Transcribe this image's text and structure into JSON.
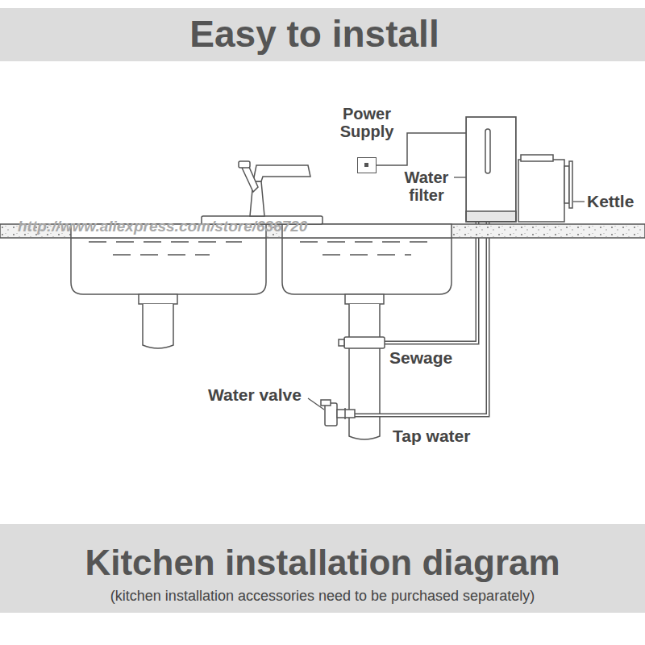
{
  "diagram": {
    "title": "Easy to install",
    "caption": "Kitchen installation diagram",
    "nodes": [
      {
        "text": [
          "Power Supply"
        ]
      },
      {
        "text": [
          "Water filter"
        ]
      }
    ],
    "edges": [
      {
        "from": 0,
        "to": 1,
        "arrow": "none"
      }
    ],
    "labels": [
      "http://www.aliexpress.com/store/636720",
      "Kettle",
      "Sewage",
      "Water valve",
      "Tap water",
      "(kitchen installation accessories need to be purchased separately)"
    ]
  }
}
